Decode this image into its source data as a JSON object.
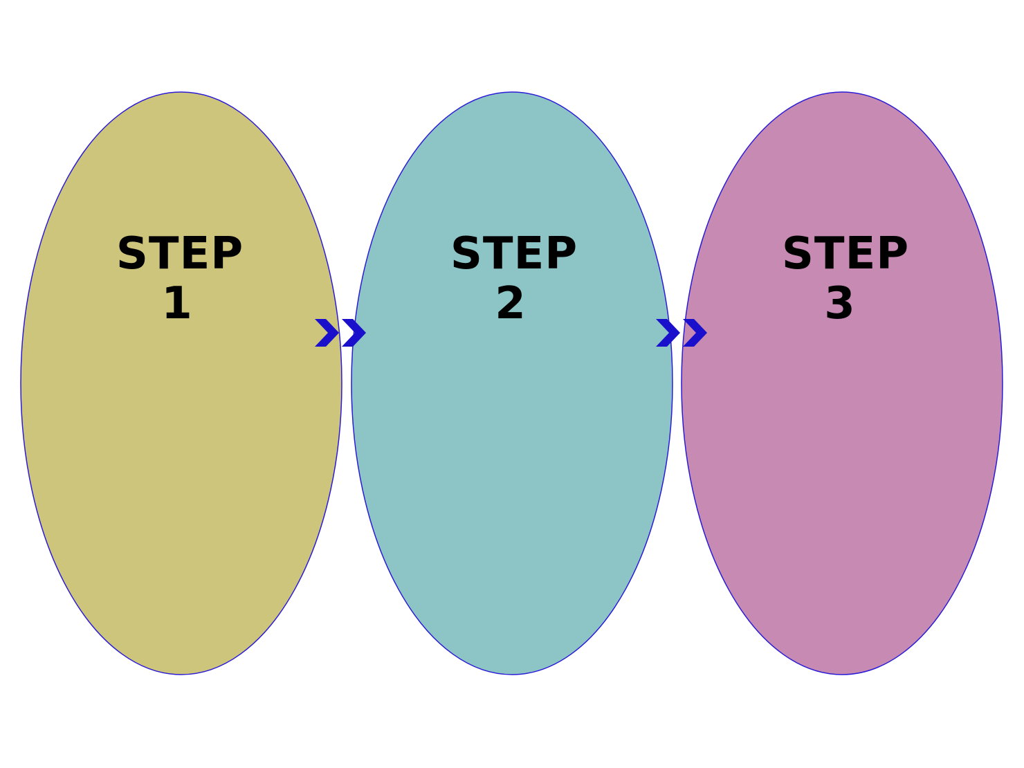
{
  "stroke_color": "#2a1bd6",
  "arrow_color": "#1a10cc",
  "steps": [
    {
      "line1": "STEP",
      "line2": "1",
      "fill": "#cec57d"
    },
    {
      "line1": "STEP",
      "line2": "2",
      "fill": "#8dc5c7"
    },
    {
      "line1": "STEP",
      "line2": "3",
      "fill": "#c68ab3"
    }
  ],
  "connectors": [
    {
      "icon": "double-chevron-right-icon"
    },
    {
      "icon": "double-chevron-right-icon"
    }
  ]
}
